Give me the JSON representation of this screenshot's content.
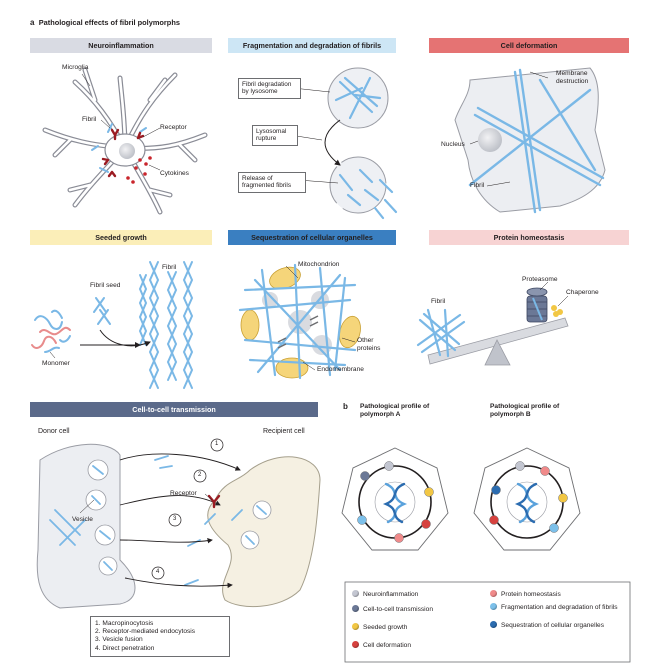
{
  "panel_a": {
    "letter": "a",
    "title": "Pathological effects of fibril polymorphs"
  },
  "panel_b": {
    "letter": "b",
    "profile_a": "Pathological profile of polymorph A",
    "profile_b": "Pathological profile of polymorph B"
  },
  "headers": {
    "neuroinflammation": "Neuroinflammation",
    "fragmentation": "Fragmentation and degradation of fibrils",
    "cell_deformation": "Cell deformation",
    "seeded_growth": "Seeded growth",
    "sequestration": "Sequestration of cellular organelles",
    "protein_homeostasis": "Protein homeostasis",
    "transmission": "Cell-to-cell transmission"
  },
  "header_colors": {
    "neuroinflammation": "#d9dbe3",
    "fragmentation": "#cde6f5",
    "cell_deformation": "#e57373",
    "seeded_growth": "#fbeeb8",
    "sequestration": "#3a7fc1",
    "protein_homeostasis": "#f7d3d3",
    "transmission": "#5b6a8a"
  },
  "labels": {
    "microglia": "Microglia",
    "fibril": "Fibril",
    "receptor": "Receptor",
    "cytokines": "Cytokines",
    "fibril_degradation": "Fibril degradation by lysosome",
    "lysosomal_rupture": "Lysosomal rupture",
    "release_fragments": "Release of fragmented fibrils",
    "membrane_destruction": "Membrane destruction",
    "nucleus": "Nucleus",
    "fibril_seed": "Fibril seed",
    "monomer": "Monomer",
    "mitochondrion": "Mitochondrion",
    "other_proteins": "Other proteins",
    "endomembrane": "Endomembrane",
    "proteasome": "Proteasome",
    "chaperone": "Chaperone",
    "donor_cell": "Donor cell",
    "recipient_cell": "Recipient cell",
    "vesicle": "Vesicle"
  },
  "routes": [
    "1. Macropinocytosis",
    "2. Receptor-mediated endocytosis",
    "3. Vesicle fusion",
    "4. Direct penetration"
  ],
  "route_numbers": [
    "1",
    "2",
    "3",
    "4"
  ],
  "legend": [
    {
      "label": "Neuroinflammation",
      "color": "#c3c6d1"
    },
    {
      "label": "Protein homeostasis",
      "color": "#f08a8a"
    },
    {
      "label": "Cell-to-cell transmission",
      "color": "#6b7896"
    },
    {
      "label": "Fragmentation and degradation of fibrils",
      "color": "#7cc0ea"
    },
    {
      "label": "Seeded growth",
      "color": "#f2c744"
    },
    {
      "label": "Sequestration of cellular organelles",
      "color": "#2b6cb0"
    },
    {
      "label": "Cell deformation",
      "color": "#d6423f"
    }
  ],
  "fibril_color": "#7ab8e6"
}
